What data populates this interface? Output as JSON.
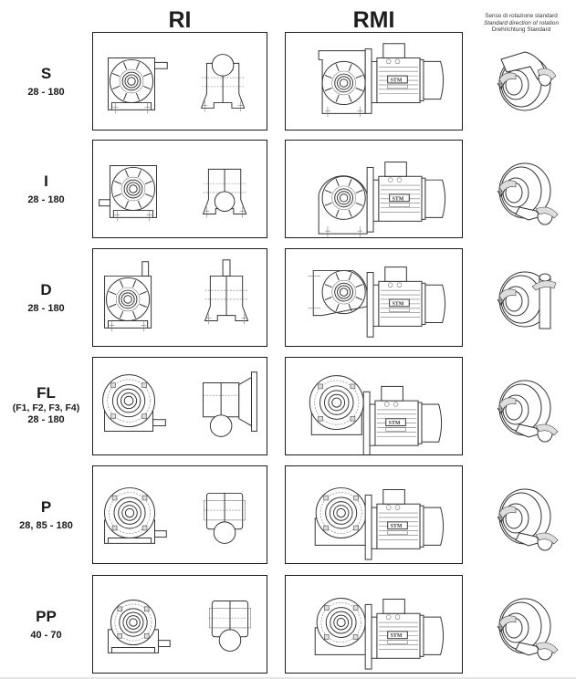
{
  "header": {
    "col_ri": "RI",
    "col_rmi": "RMI",
    "rotation_title_it": "Senso di rotazione standard",
    "rotation_title_en": "Standard direction of rotation",
    "rotation_title_de": "Drehrichtung Standard"
  },
  "rows": [
    {
      "code": "S",
      "sub": "",
      "range": "28 - 180",
      "housing": "foot-shaft-right",
      "rotation": "shaft-horizontal"
    },
    {
      "code": "I",
      "sub": "",
      "range": "28 - 180",
      "housing": "foot-shaft-left",
      "rotation": "shaft-down"
    },
    {
      "code": "D",
      "sub": "",
      "range": "28 - 180",
      "housing": "foot-shaft-up",
      "rotation": "shaft-vertical"
    },
    {
      "code": "FL",
      "sub": "(F1, F2, F3, F4)",
      "range": "28 - 180",
      "housing": "flange",
      "rotation": "shaft-down"
    },
    {
      "code": "P",
      "sub": "",
      "range": "28,  85 - 180",
      "housing": "pendulum",
      "rotation": "shaft-down"
    },
    {
      "code": "PP",
      "sub": "",
      "range": "40 - 70",
      "housing": "pendulum-small",
      "rotation": "shaft-down"
    }
  ],
  "motor_label": "STM"
}
